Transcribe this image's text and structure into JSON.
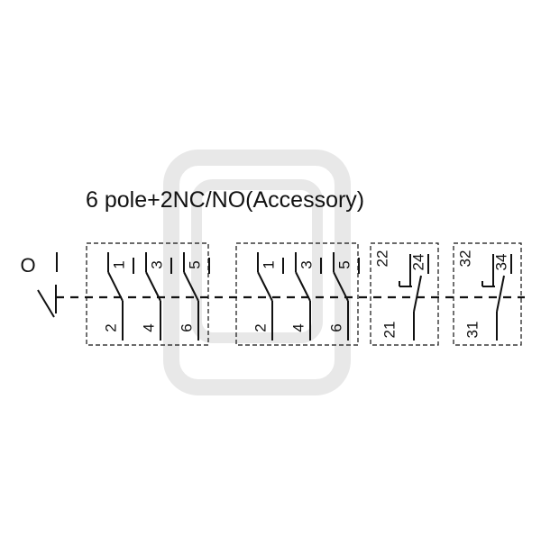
{
  "title": "6 pole+2NC/NO(Accessory)",
  "handle_label": "O",
  "groups": [
    {
      "type": "three-pole",
      "top_labels": [
        "1",
        "3",
        "5"
      ],
      "bottom_labels": [
        "2",
        "4",
        "6"
      ]
    },
    {
      "type": "three-pole",
      "top_labels": [
        "1",
        "3",
        "5"
      ],
      "bottom_labels": [
        "2",
        "4",
        "6"
      ]
    },
    {
      "type": "nc-no",
      "nc_top": "22",
      "no_top": "24",
      "common": "21"
    },
    {
      "type": "nc-no",
      "nc_top": "32",
      "no_top": "34",
      "common": "31"
    }
  ],
  "colors": {
    "line": "#111111",
    "watermark": "#e8e8e8"
  }
}
